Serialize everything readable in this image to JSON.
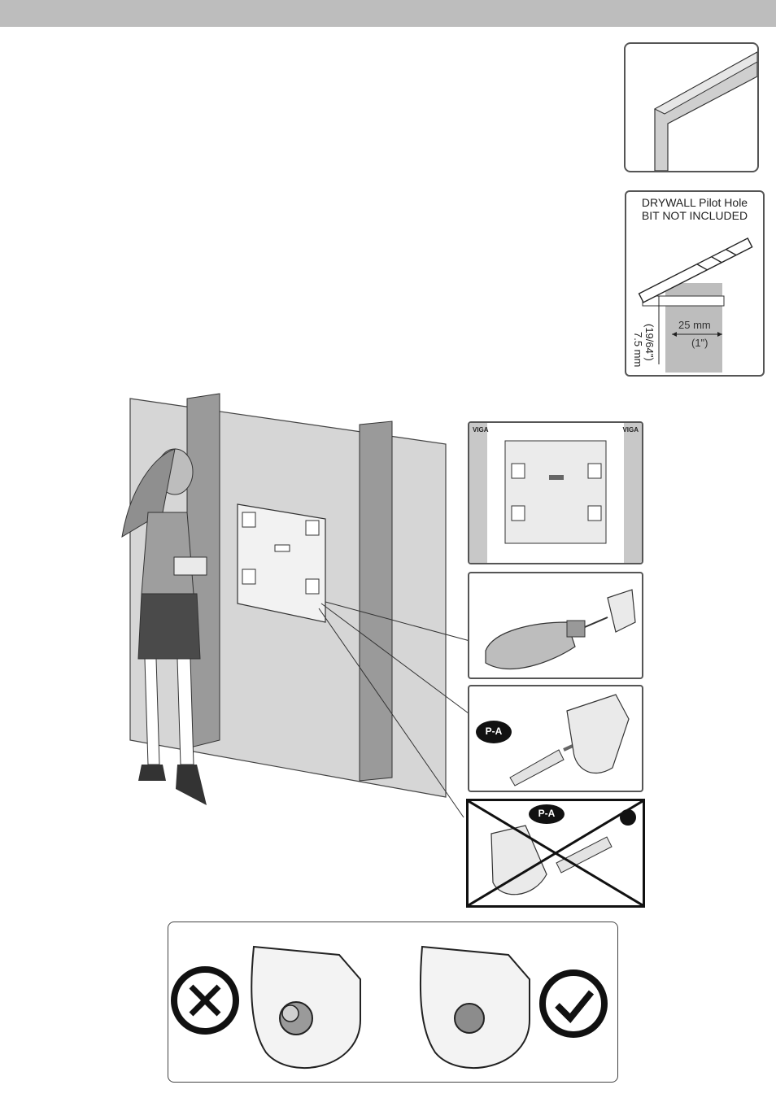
{
  "drill_panel": {
    "title_line1": "DRYWALL Pilot Hole",
    "title_line2": "BIT NOT INCLUDED",
    "dim_hole_mm": "7.5 mm",
    "dim_hole_in": "(19/64\")",
    "dim_depth_mm": "25 mm",
    "dim_depth_in": "(1\")"
  },
  "stud_panel": {
    "left_label": "VIGA",
    "right_label": "VIGA"
  },
  "anchor_panel": {
    "part_label": "P-A"
  },
  "wrong_panel": {
    "part_label": "P-A"
  },
  "result_panel": {
    "wrong_icon": "x-circle-icon",
    "right_icon": "check-circle-icon"
  }
}
